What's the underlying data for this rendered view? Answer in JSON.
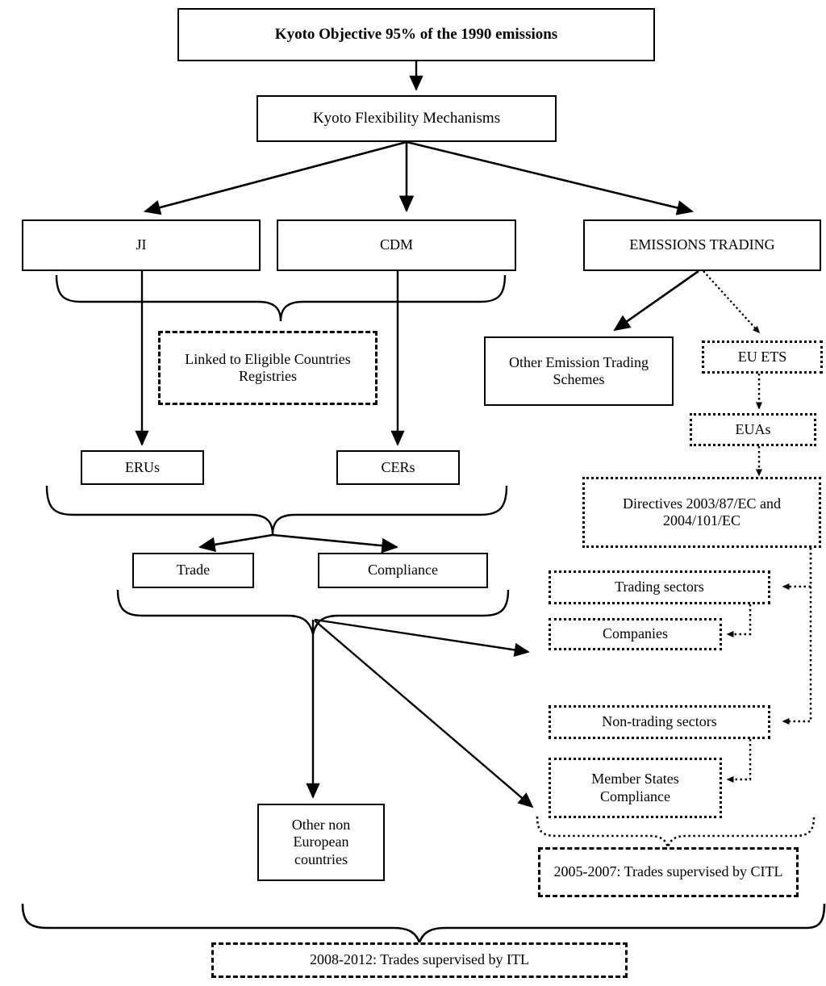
{
  "diagram": {
    "title": "Kyoto Objective 95% of the 1990 emissions",
    "nodes": {
      "kyoto_objective": "Kyoto Objective 95% of the 1990 emissions",
      "kyoto_flex": "Kyoto Flexibility Mechanisms",
      "ji": "JI",
      "cdm": "CDM",
      "emissions_trading": "EMISSIONS TRADING",
      "linked_registries": "Linked to Eligible Countries Registries",
      "other_schemes": "Other Emission Trading Schemes",
      "eu_ets": "EU ETS",
      "euas": "EUAs",
      "directives": "Directives 2003/87/EC and 2004/101/EC",
      "erus": "ERUs",
      "cers": "CERs",
      "trade": "Trade",
      "compliance": "Compliance",
      "trading_sectors": "Trading sectors",
      "companies": "Companies",
      "non_trading_sectors": "Non-trading sectors",
      "member_states_compliance": "Member States Compliance",
      "other_non_european": "Other non European countries",
      "citl": "2005-2007: Trades supervised by CITL",
      "itl": "2008-2012: Trades supervised by ITL"
    },
    "colors": {
      "stroke": "#000000",
      "background": "#ffffff"
    }
  }
}
